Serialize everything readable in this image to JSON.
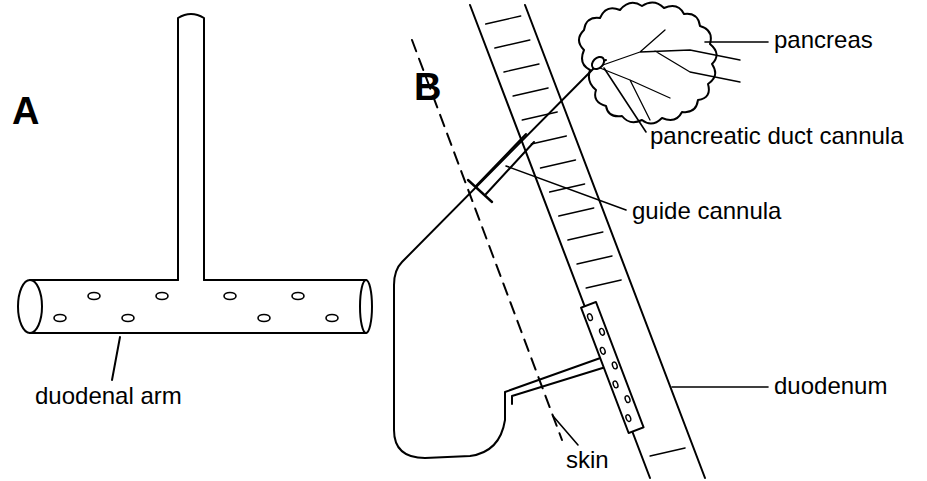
{
  "diagram": {
    "labels": [
      "A",
      "duodenal arm",
      "B",
      "pancreas",
      "pancreatic duct cannula",
      "guide cannula",
      "duodenum",
      "skin"
    ]
  }
}
